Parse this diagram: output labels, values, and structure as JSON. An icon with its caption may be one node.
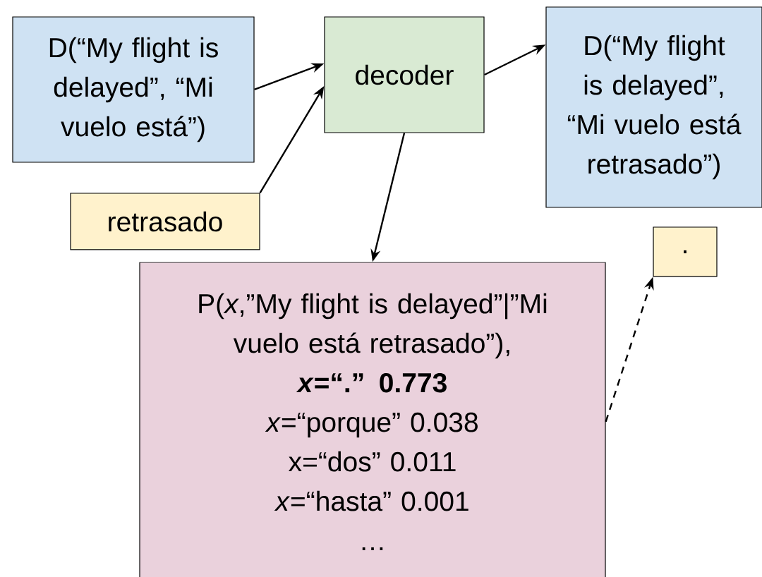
{
  "diagram": {
    "nodes": [
      {
        "text": [
          "D(“My flight is delayed”, “Mi vuelo está”)"
        ]
      },
      {
        "text": [
          "retrasado"
        ]
      },
      {
        "text": [
          "decoder"
        ]
      },
      {
        "text": [
          "D(“My flight is delayed”, “Mi vuelo está retrasado”)"
        ]
      },
      {
        "text": [
          "P(*x*,”My flight is delayed”|”Mi vuelo está retrasado”),",
          "*x*=“.” 0.773",
          "*x*=“porque” 0.038",
          "x=“dos” 0.011",
          "*x*=“hasta” 0.001",
          "…"
        ]
      },
      {
        "text": [
          "."
        ]
      }
    ],
    "edges": [
      {
        "from": 0,
        "to": 2,
        "arrow": "to"
      },
      {
        "from": 1,
        "to": 2,
        "arrow": "to"
      },
      {
        "from": 2,
        "to": 3,
        "arrow": "to"
      },
      {
        "from": 2,
        "to": 4,
        "arrow": "to"
      },
      {
        "from": 4,
        "to": 5,
        "arrow": "to",
        "style": "dashed"
      }
    ]
  }
}
